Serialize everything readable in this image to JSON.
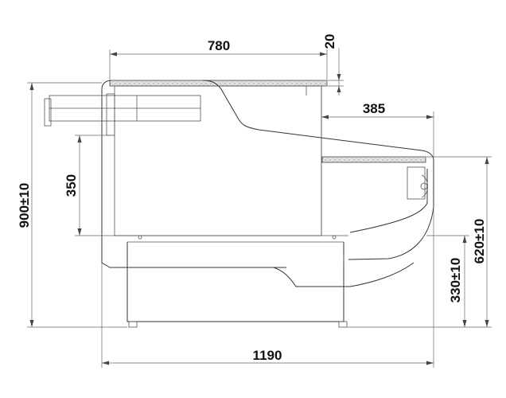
{
  "dimensions": {
    "top_width": "780",
    "worktop_thickness": "20",
    "shelf_depth": "385",
    "inner_height": "350",
    "total_height": "900±10",
    "counter_height": "620±10",
    "base_height": "330±10",
    "total_width": "1190"
  },
  "colors": {
    "line": "#333333",
    "dimension": "#666666",
    "worktop": "#d9d9d9"
  }
}
